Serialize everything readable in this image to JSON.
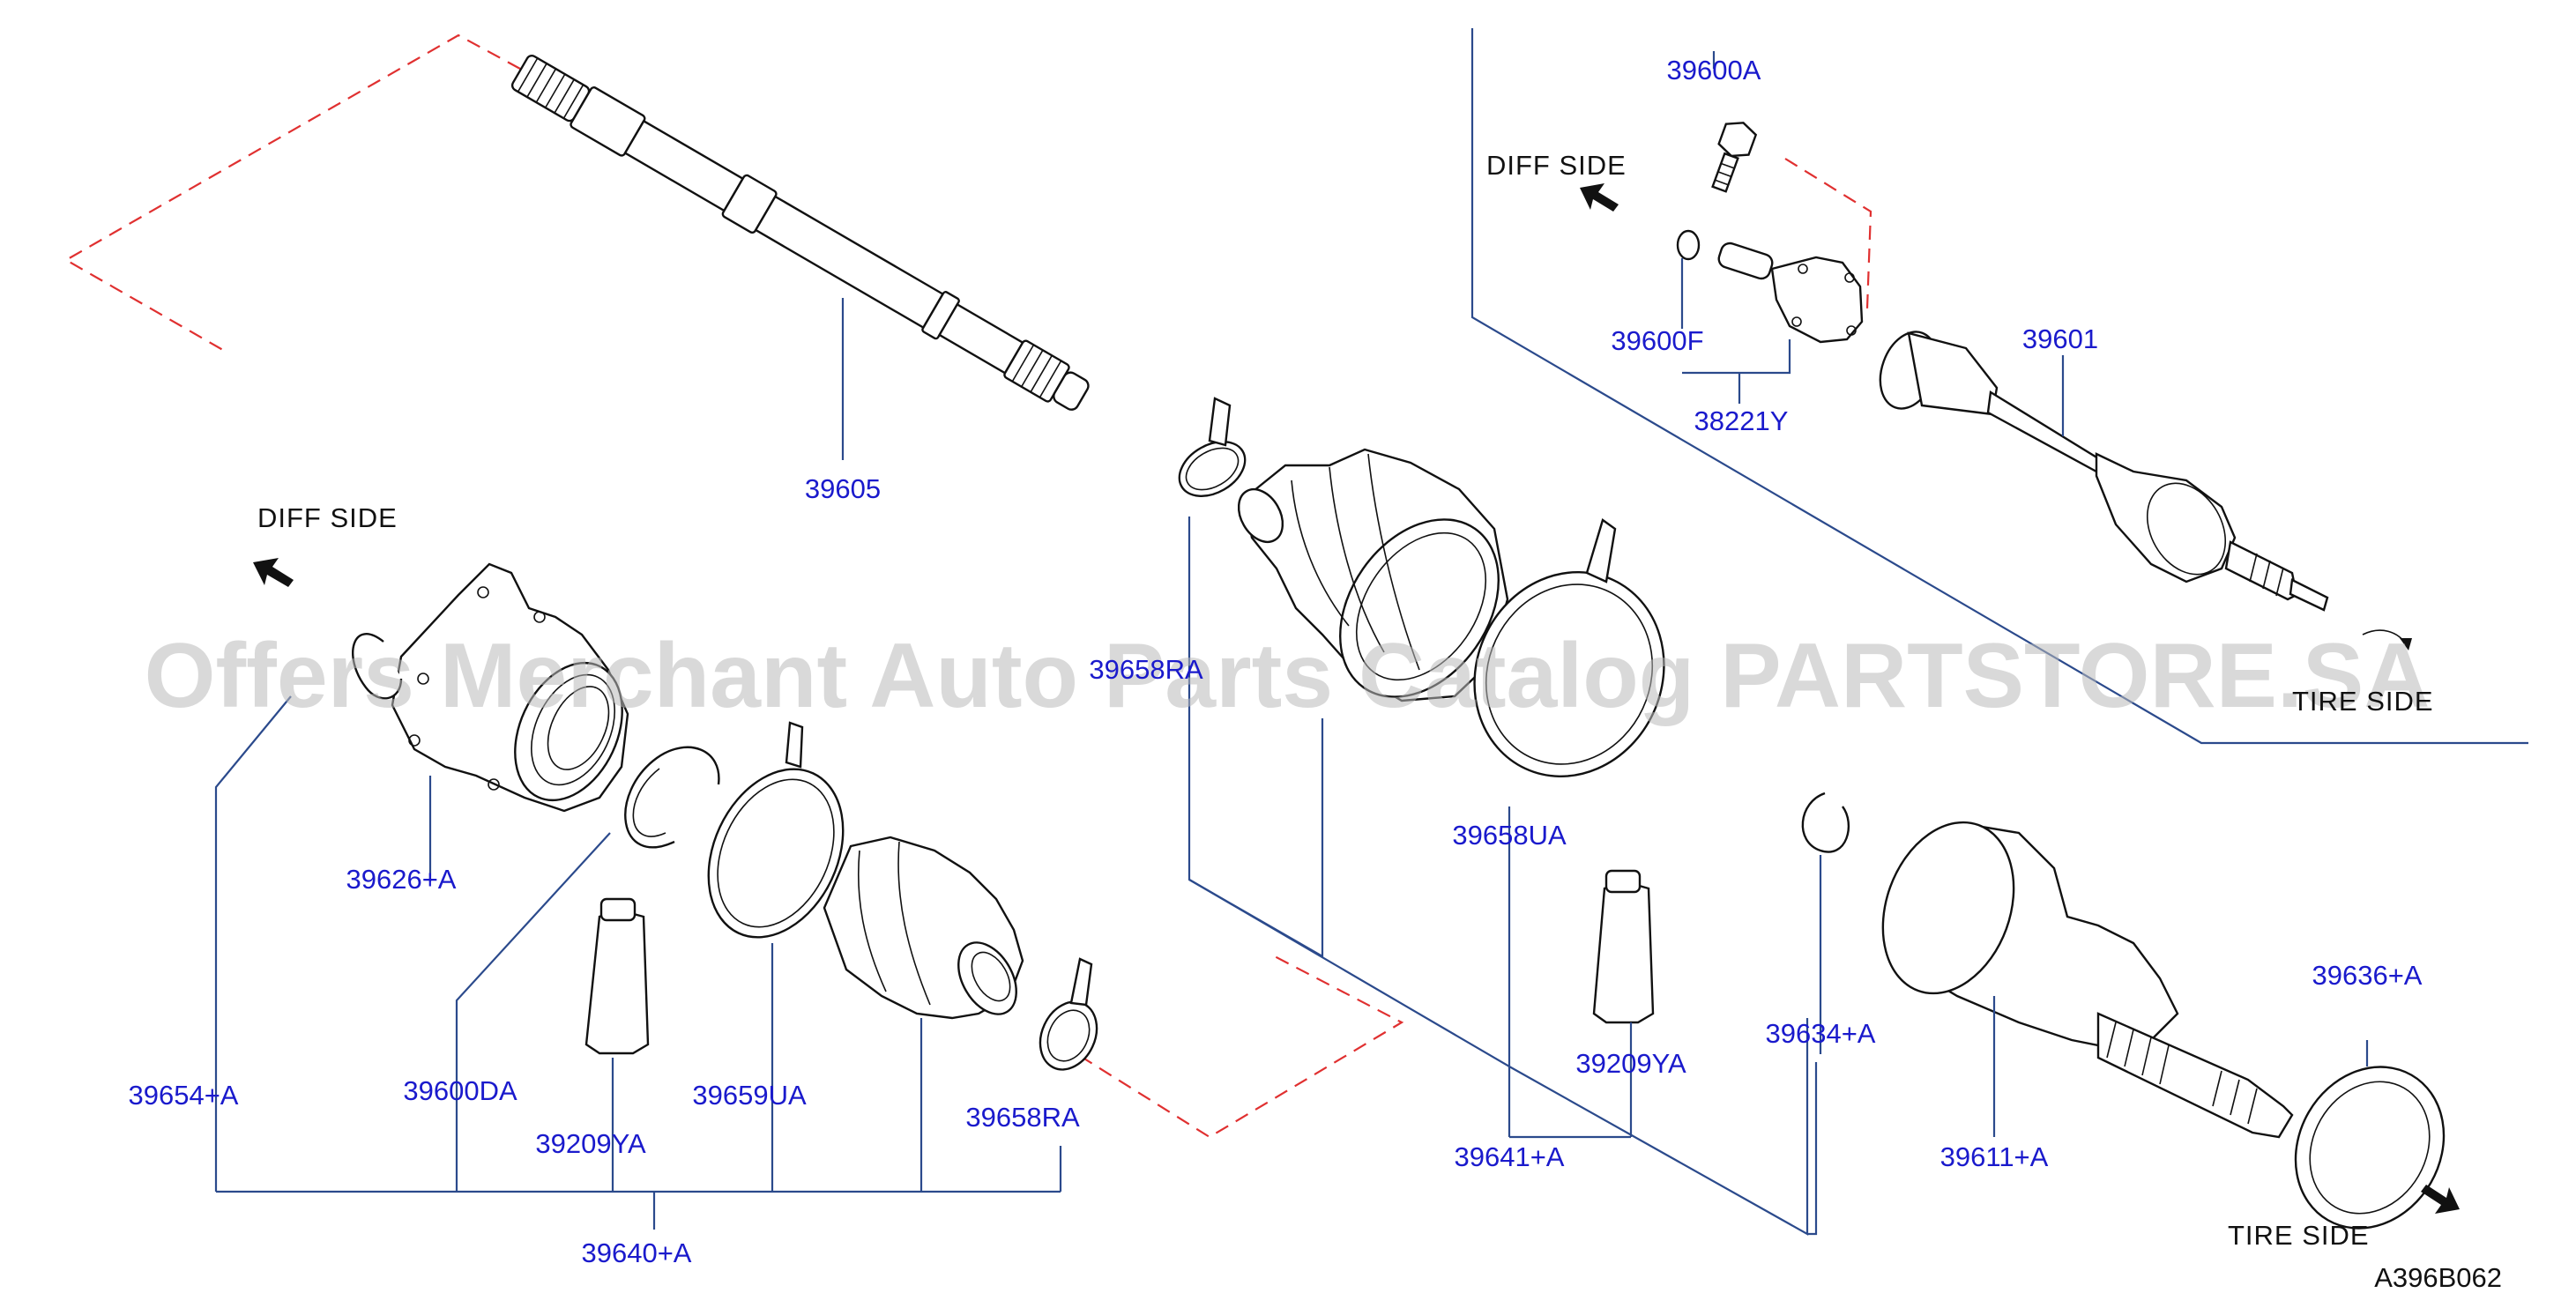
{
  "diagram": {
    "watermark": "Offers Merchant Auto Parts Catalog PARTSTORE.SA",
    "figure_code": "A396B062",
    "direction_labels": {
      "diff_side": "DIFF   SIDE",
      "tire_side": "TIRE   SIDE"
    },
    "part_numbers": {
      "shaft": "39605",
      "boot_band_small_upper": "39658RA",
      "boot_band_large_upper": "39658UA",
      "outer_joint": "39611+A",
      "snap_ring": "39634+A",
      "grease_tube_right": "39209YA",
      "outer_joint_repair_kit": "39641+A",
      "dust_seal": "39636+A",
      "circlip_inner": "39654+A",
      "inner_housing": "39626+A",
      "inner_ring": "39600DA",
      "grease_tube_left": "39209YA",
      "boot_band_large_lower": "39659UA",
      "boot_band_small_lower": "39658RA",
      "inner_joint_repair_kit": "39640+A",
      "inset_bolt": "39600A",
      "inset_oring": "39600F",
      "inset_flange": "38221Y",
      "inset_drive_shaft": "39601"
    }
  }
}
